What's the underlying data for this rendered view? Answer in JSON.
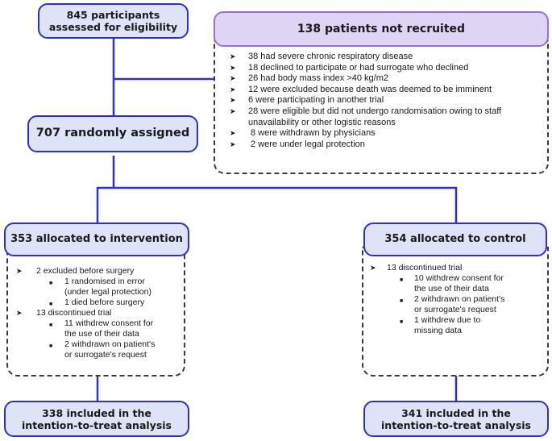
{
  "assessed": {
    "line1": "845 participants",
    "line2": "assessed for eligibility"
  },
  "not_recruited": {
    "title": "138 patients not recruited",
    "items": [
      "38 had severe chronic respiratory disease",
      "18 declined to participate or had surrogate who declined",
      "26 had body mass index >40 kg/m2",
      "12 were excluded because death was deemed to be imminent",
      "6 were participating in another trial",
      "28 were eligible but did not undergo randomisation owing to staff",
      "unavailability or other logistic reasons",
      "8 were withdrawn by physicians",
      "2 were under legal protection"
    ]
  },
  "randomised": {
    "label": "707 randomly assigned"
  },
  "intervention": {
    "title": "353 allocated to intervention",
    "l1": "2 excluded before surgery",
    "l1a1": "1 randomised in error",
    "l1a2": "(under legal protection)",
    "l1b": "1 died before surgery",
    "l2": "13 discontinued trial",
    "l2a1": "11 withdrew consent for",
    "l2a2": "the use of their data",
    "l2b1": "2 withdrawn on patient's",
    "l2b2": "or surrogate's request"
  },
  "control": {
    "title": "354 allocated to control",
    "l1": "13 discontinued trial",
    "l1a1": "10 withdrew consent for",
    "l1a2": "the use of their data",
    "l1b1": "2 withdrawn on patient's",
    "l1b2": "or surrogate's request",
    "l1c1": "1 withdrew due to",
    "l1c2": "missing data"
  },
  "analysis_intervention": {
    "line1": "338 included in the",
    "line2": "intention-to-treat analysis"
  },
  "analysis_control": {
    "line1": "341 included in the",
    "line2": "intention-to-treat analysis"
  },
  "colors": {
    "box_fill": "#dfe3f8",
    "box_border": "#2f2fd0",
    "purple_fill": "#ddd5f3",
    "purple_border": "#9a6fd9",
    "connector": "#2f2fd0",
    "dash": "#3a3a3a"
  }
}
